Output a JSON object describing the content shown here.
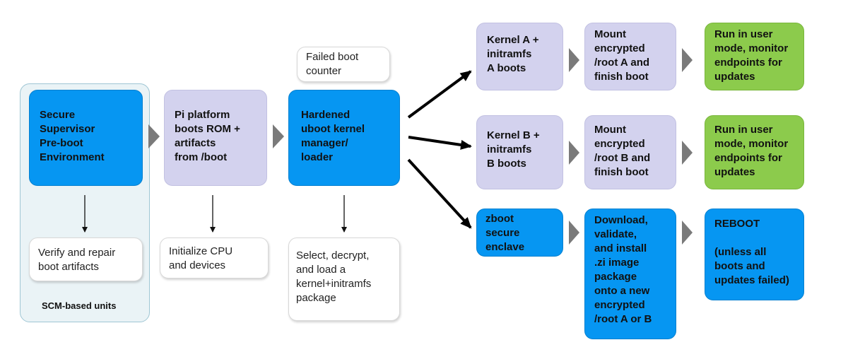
{
  "nodes": {
    "secure_supervisor": "Secure\nSupervisor\nPre-boot\nEnvironment",
    "verify_repair": "Verify and repair\nboot artifacts",
    "scm_units": "SCM-based units",
    "pi_platform": "Pi platform\nboots ROM +\nartifacts\nfrom /boot",
    "init_cpu": "Initialize CPU\nand devices",
    "failed_counter": "Failed boot\ncounter",
    "uboot_manager": "Hardened\nuboot kernel\nmanager/\nloader",
    "select_decrypt": "Select, decrypt,\nand load a\nkernel+initramfs\npackage",
    "kernel_a": "Kernel A +\ninitramfs\nA boots",
    "mount_a": "Mount\nencrypted\n/root A and\nfinish boot",
    "run_a": "Run in user\nmode, monitor\nendpoints for\nupdates",
    "kernel_b": "Kernel B +\ninitramfs\nB boots",
    "mount_b": "Mount\nencrypted\n/root B and\nfinish boot",
    "run_b": "Run in user\nmode, monitor\nendpoints for\nupdates",
    "zboot": "zboot\nsecure\nenclave",
    "download": "Download,\nvalidate,\nand install\n.zi image\npackage\nonto a new\nencrypted\n/root A or B",
    "reboot_title": "REBOOT",
    "reboot_sub": "(unless all\nboots and\nupdates failed)"
  },
  "colors": {
    "blue": "#0696f2",
    "lavender": "#d3d2ee",
    "green": "#8ccb4c",
    "panel": "#eaf3f6",
    "chevron": "#7a7a7a"
  }
}
